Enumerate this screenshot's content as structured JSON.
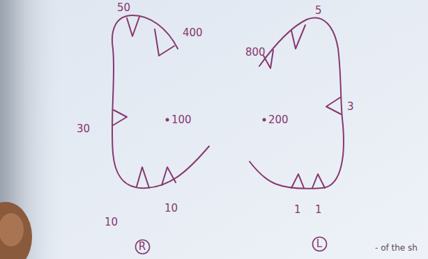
{
  "diagram": {
    "nodes": [
      {
        "text": [
          "R"
        ]
      },
      {
        "text": [
          "L"
        ]
      }
    ],
    "labels": [
      "50",
      "400",
      "30",
      "100",
      "10",
      "10",
      "800",
      "5",
      "3",
      "200",
      "1",
      "1",
      "- of the sh"
    ]
  }
}
